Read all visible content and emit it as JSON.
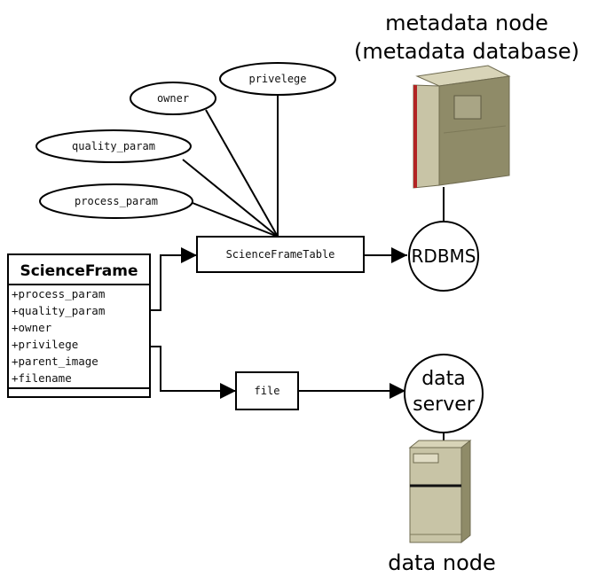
{
  "nodes": {
    "metadata_node_line1": "metadata node",
    "metadata_node_line2": "(metadata database)",
    "data_node": "data node",
    "rdbms": "RDBMS",
    "data_server_line1": "data",
    "data_server_line2": "server"
  },
  "boxes": {
    "table": "ScienceFrameTable",
    "file": "file"
  },
  "ellipses": {
    "privelege": "privelege",
    "owner": "owner",
    "quality_param": "quality_param",
    "process_param": "process_param"
  },
  "class_box": {
    "title": "ScienceFrame",
    "attributes": [
      "+process_param",
      "+quality_param",
      "+owner",
      "+privilege",
      "+parent_image",
      "+filename"
    ]
  },
  "colors": {
    "server_body": "#c8c4a6",
    "server_side": "#8f8b68",
    "server_top": "#d8d4b8",
    "server_stripe": "#b22424"
  }
}
